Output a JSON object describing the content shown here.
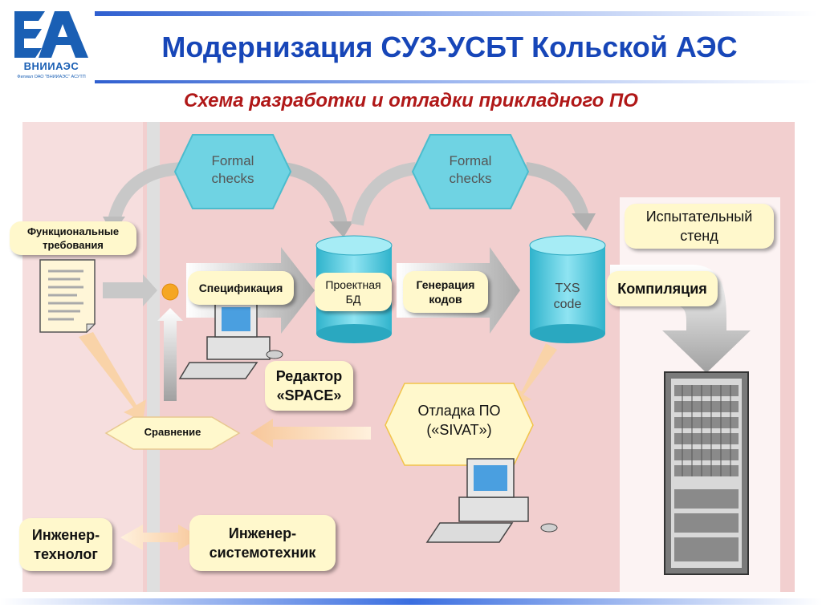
{
  "header": {
    "logo_text": "ВНИИАЭС",
    "logo_subtext": "Филиал ОАО \"ВНИИАЭС\" АСУТП",
    "title": "Модернизация СУЗ-УСБТ Кольской АЭС",
    "subtitle": "Схема разработки и отладки прикладного ПО"
  },
  "diagram": {
    "formal_checks_1": "Formal\nchecks",
    "formal_checks_2": "Formal\nchecks",
    "functional_requirements": "Функциональные\nтребования",
    "specification": "Спецификация",
    "project_db": "Проектная\nБД",
    "code_generation": "Генерация\nкодов",
    "txs_code": "TXS\ncode",
    "compilation": "Компиляция",
    "test_stand": "Испытательный\nстенд",
    "editor": "Редактор\n«SPACE»",
    "debug": "Отладка ПО\n(«SIVAT»)",
    "comparison": "Сравнение",
    "engineer_technologist": "Инженер-\nтехнолог",
    "engineer_systems": "Инженер-\nсистемотехник"
  },
  "colors": {
    "title_blue": "#1746b8",
    "subtitle_red": "#b01818",
    "box_fill": "#fff8cc",
    "cyan": "#3fc4d9",
    "background_pink": "#f2cfcf"
  }
}
